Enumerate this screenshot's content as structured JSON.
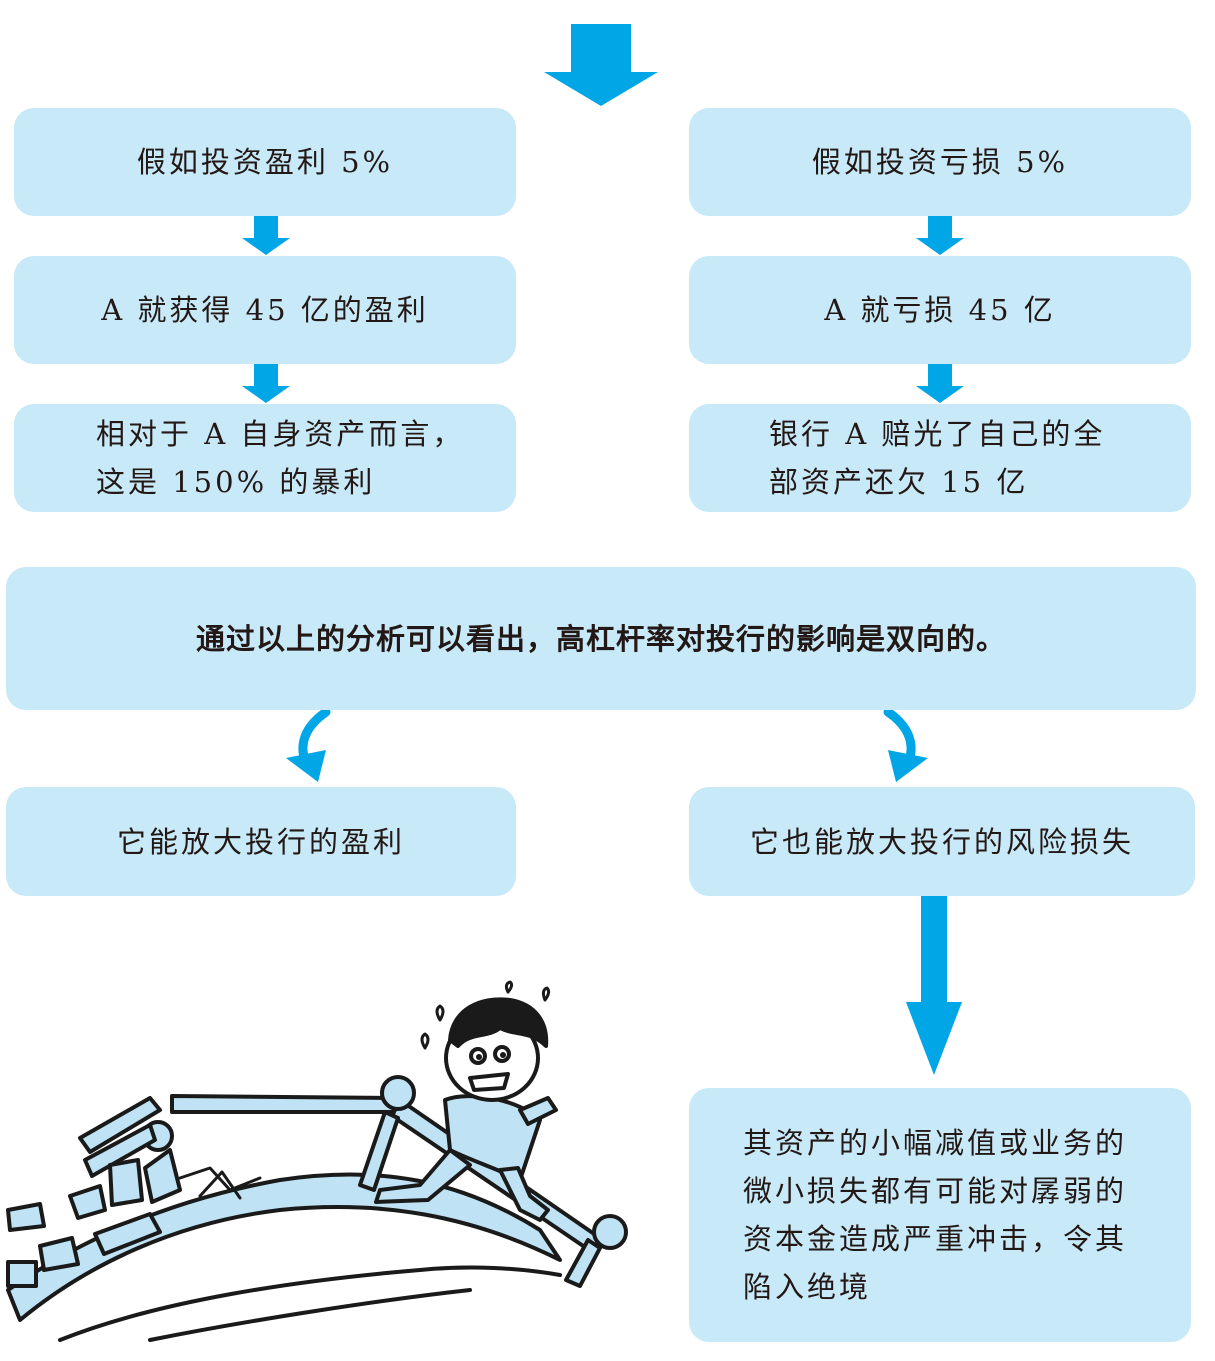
{
  "colors": {
    "box_fill": "#c7e9f8",
    "arrow": "#00a6e6",
    "text": "#231815",
    "illustration_fill": "#bfe3f4",
    "illustration_stroke": "#1a1a1a"
  },
  "flow": {
    "profit": {
      "step1": "假如投资盈利 5%",
      "step2": "A 就获得 45 亿的盈利",
      "step3_line1": "相对于 A 自身资产而言，",
      "step3_line2": "这是 150% 的暴利"
    },
    "loss": {
      "step1": "假如投资亏损 5%",
      "step2": "A 就亏损 45 亿",
      "step3_line1": "银行 A 赔光了自己的全",
      "step3_line2": "部资产还欠 15 亿"
    },
    "conclusion": "通过以上的分析可以看出，高杠杆率对投行的影响是双向的。",
    "effect_left": "它能放大投行的盈利",
    "effect_right": "它也能放大投行的风险损失",
    "risk_lines": [
      "其资产的小幅减值或业务的",
      "微小损失都有可能对孱弱的",
      "资本金造成严重冲击，令其",
      "陷入绝境"
    ]
  },
  "icons": [
    "arrow-down-icon",
    "curved-arrow-icon",
    "broken-bridge-illustration",
    "panicked-man-illustration"
  ]
}
